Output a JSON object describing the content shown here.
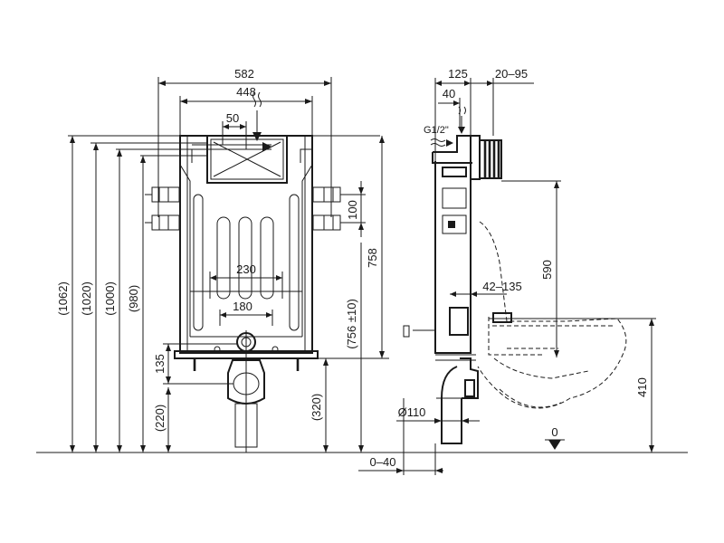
{
  "front_view": {
    "width_total": "582",
    "width_frame": "448",
    "inlet_offset": "50",
    "height_1062": "(1062)",
    "height_1020": "(1020)",
    "height_1000": "(1000)",
    "height_980": "(980)",
    "bolt_height_220": "(220)",
    "height_135": "135",
    "anchor_spacing": "230",
    "anchor_spacing_inner": "180",
    "bracket_spacing": "100",
    "frame_height": "758",
    "adjustable_height": "(756 ±10)",
    "outlet_height": "(320)"
  },
  "side_view": {
    "depth_125": "125",
    "depth_40": "40",
    "extension_range": "20–95",
    "thread_size": "G1/2\"",
    "adjust_range": "42–135",
    "bolt_height": "590",
    "pipe_diameter": "Ø110",
    "wall_offset": "0–40",
    "seat_height": "410",
    "floor_level": "0"
  }
}
